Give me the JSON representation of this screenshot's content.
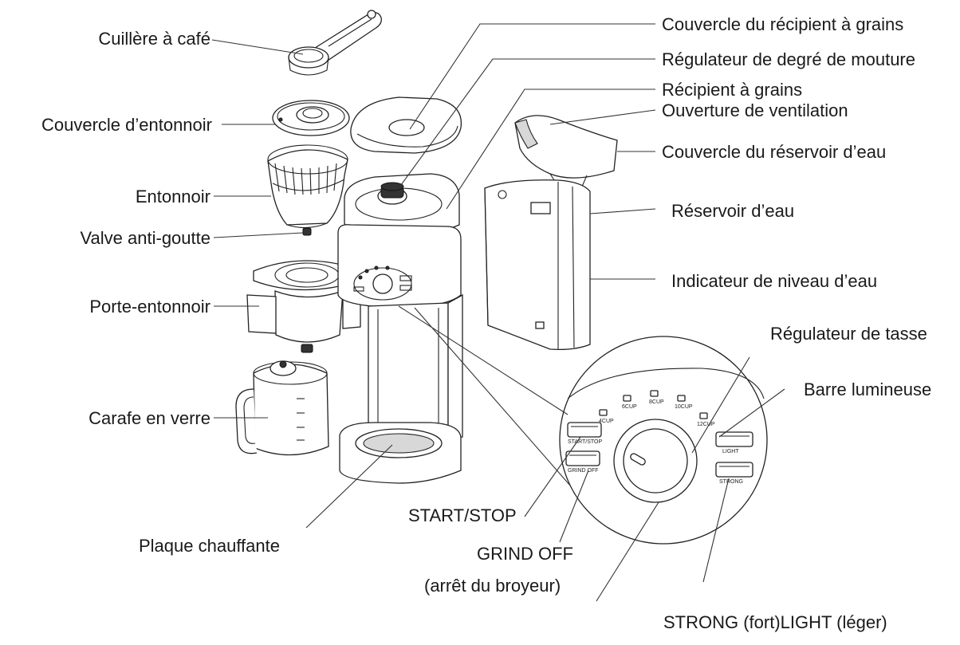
{
  "labels": {
    "coffee_spoon": "Cuillère à café",
    "funnel_lid": "Couvercle d’entonnoir",
    "funnel": "Entonnoir",
    "anti_drip_valve": "Valve anti-goutte",
    "funnel_holder": "Porte-entonnoir",
    "glass_carafe": "Carafe en verre",
    "hot_plate": "Plaque chauffante",
    "bean_container_lid": "Couvercle du récipient à grains",
    "grind_regulator": "Régulateur de degré de mouture",
    "bean_container": "Récipient à grains",
    "ventilation_opening": "Ouverture de ventilation",
    "water_tank_lid": "Couvercle du réservoir d’eau",
    "water_tank": "Réservoir d’eau",
    "water_level_indicator": "Indicateur de niveau d’eau",
    "cup_regulator": "Régulateur de tasse",
    "light_bar": "Barre lumineuse",
    "start_stop": "START/STOP",
    "grind_off_line1": "GRIND OFF",
    "grind_off_line2": "(arrêt du broyeur)",
    "strength": "STRONG (fort)LIGHT (léger)"
  },
  "panel_buttons": {
    "start_stop": "START/STOP",
    "grind_off": "GRIND OFF",
    "light": "LIGHT",
    "strong": "STRONG"
  },
  "cup_marks": [
    "4CUP",
    "6CUP",
    "8CUP",
    "10CUP",
    "12CUP"
  ]
}
